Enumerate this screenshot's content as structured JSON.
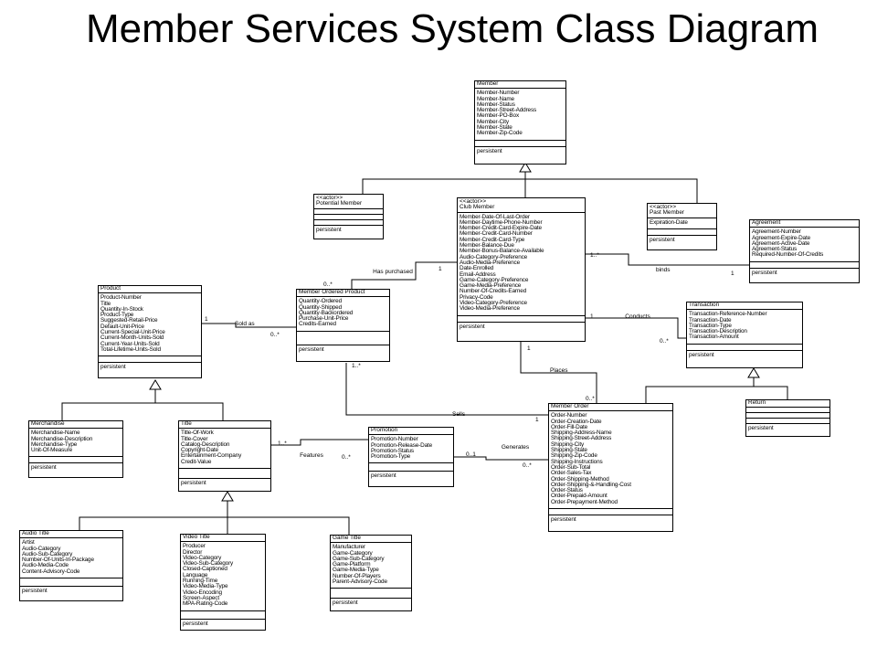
{
  "title": "Member Services System Class Diagram",
  "classes": {
    "member": {
      "name": "Member",
      "attributes": [
        "Member-Number",
        "Member-Name",
        "Member-Status",
        "Member-Street-Address",
        "Member-PO-Box",
        "Member-City",
        "Member-State",
        "Member-Zip-Code"
      ],
      "footer": "persistent"
    },
    "potential_member": {
      "stereotype": "<<actor>>",
      "name": "Potential Member",
      "attributes": [],
      "footer": "persistent"
    },
    "club_member": {
      "stereotype": "<<actor>>",
      "name": "Club Member",
      "attributes": [
        "Member-Date-Of-Last-Order",
        "Member-Daytime-Phone-Number",
        "Member-Credit-Card-Expire-Date",
        "Member-Credit-Card-Number",
        "Member-Credit-Card-Type",
        "Member-Balance-Due",
        "Member-Bonus-Balance-Available",
        "Audio-Category-Preference",
        "Audio-Media-Preference",
        "Date-Enrolled",
        "Email-Address",
        "Game-Category-Preference",
        "Game-Media-Preference",
        "Number-Of-Credits-Earned",
        "Privacy-Code",
        "Video-Category-Preference",
        "Video-Media-Preference"
      ],
      "footer": "persistent"
    },
    "past_member": {
      "stereotype": "<<actor>>",
      "name": "Past Member",
      "attributes": [
        "Expiration-Date"
      ],
      "footer": "persistent"
    },
    "agreement": {
      "name": "Agreement",
      "attributes": [
        "Agreement-Number",
        "Agreement-Expire-Date",
        "Agreement-Active-Date",
        "Agreement-Status",
        "Required-Number-Of-Credits"
      ],
      "footer": "persistent"
    },
    "product": {
      "name": "Product",
      "attributes": [
        "Product-Number",
        "Title",
        "Quantity-In-Stock",
        "Product-Type",
        "Suggested-Retail-Price",
        "Default-Unit-Price",
        "Current-Special-Unit-Price",
        "Current-Month-Units-Sold",
        "Current-Year-Units-Sold",
        "Total-Lifetime-Units-Sold"
      ],
      "footer": "persistent"
    },
    "member_ordered_product": {
      "name": "Member Ordered Product",
      "attributes": [
        "Quantity-Ordered",
        "Quantity-Shipped",
        "Quantity-Backordered",
        "Purchase-Unit-Price",
        "Credits-Earned"
      ],
      "footer": "persistent"
    },
    "transaction": {
      "name": "Transaction",
      "attributes": [
        "Transaction-Reference-Number",
        "Transaction-Date",
        "Transaction-Type",
        "Transaction-Description",
        "Transaction-Amount"
      ],
      "footer": "persistent"
    },
    "return": {
      "name": "Return",
      "attributes": [],
      "footer": "persistent"
    },
    "merchandise": {
      "name": "Merchandise",
      "attributes": [
        "Merchandise-Name",
        "Merchandise-Description",
        "Merchandise-Type",
        "Unit-Of-Measure"
      ],
      "footer": "persistent"
    },
    "title": {
      "name": "Title",
      "attributes": [
        "Title-Of-Work",
        "Title-Cover",
        "Catalog-Description",
        "Copyright-Date",
        "Entertainment-Company",
        "Credit-Value"
      ],
      "footer": "persistent"
    },
    "promotion": {
      "name": "Promotion",
      "attributes": [
        "Promotion-Number",
        "Promotion-Release-Date",
        "Promotion-Status",
        "Promotion-Type"
      ],
      "footer": "persistent"
    },
    "member_order": {
      "name": "Member Order",
      "attributes": [
        "Order-Number",
        "Order-Creation-Date",
        "Order-Fill-Date",
        "Shipping-Address-Name",
        "Shipping-Street-Address",
        "Shipping-City",
        "Shipping-State",
        "Shipping-Zip-Code",
        "Shipping-Instructions",
        "Order-Sub-Total",
        "Order-Sales-Tax",
        "Order-Shipping-Method",
        "Order-Shipping-&-Handling-Cost",
        "Order-Status",
        "Order-Prepaid-Amount",
        "Order-Prepayment-Method"
      ],
      "footer": "persistent"
    },
    "audio_title": {
      "name": "Audio Title",
      "attributes": [
        "Artist",
        "Audio-Category",
        "Audio-Sub-Category",
        "Number-Of-Units-In-Package",
        "Audio-Media-Code",
        "Content-Advisory-Code"
      ],
      "footer": "persistent"
    },
    "video_title": {
      "name": "Video Title",
      "attributes": [
        "Producer",
        "Director",
        "Video-Category",
        "Video-Sub-Category",
        "Closed-Captioned",
        "Language",
        "Running-Time",
        "Video-Media-Type",
        "Video-Encoding",
        "Screen-Aspect",
        "MPA-Rating-Code"
      ],
      "footer": "persistent"
    },
    "game_title": {
      "name": "Game Title",
      "attributes": [
        "Manufacturer",
        "Game-Category",
        "Game-Sub-Category",
        "Game-Platform",
        "Game-Media-Type",
        "Number-Of-Players",
        "Parent-Advisory-Code"
      ],
      "footer": "persistent"
    }
  },
  "labels": {
    "has_purchased": "Has purchased",
    "has_mult_cm": "1",
    "has_mult_mop": "0..*",
    "binds": "binds",
    "binds_mult_cm": "1..*",
    "binds_mult_ag": "1",
    "conducts": "Conducts",
    "conducts_mult_cm": "1",
    "conducts_mult_tr": "0..*",
    "places": "Places",
    "places_mult_cm": "1",
    "places_mult_mo": "0..*",
    "sold_as": "Sold as",
    "sold_as_mult_p": "1",
    "sold_as_mult_mop": "0..*",
    "sells": "Sells",
    "sells_mult_mop": "1..*",
    "sells_mult_mo": "1",
    "features": "Features",
    "features_mult_t": "1..*",
    "features_mult_pr": "0..*",
    "generates": "Generates",
    "generates_mult_pr": "0..1",
    "generates_mult_mo": "0..*"
  }
}
